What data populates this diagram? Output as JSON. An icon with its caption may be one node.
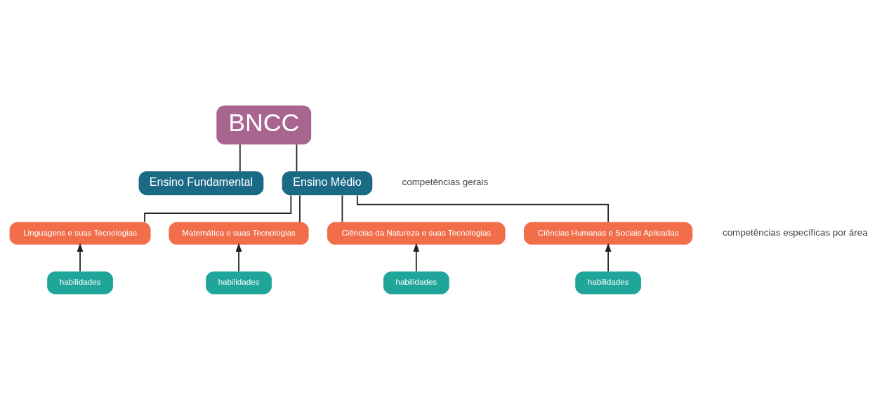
{
  "diagram": {
    "nodes": [
      {
        "text": [
          "BNCC"
        ]
      },
      {
        "text": [
          "Ensino Fundamental"
        ]
      },
      {
        "text": [
          "Ensino Médio"
        ]
      },
      {
        "text": [
          "Linguagens e suas Tecnologias"
        ]
      },
      {
        "text": [
          "Matemática e suas Tecnologias"
        ]
      },
      {
        "text": [
          "Ciências da Natureza e suas Tecnologias"
        ]
      },
      {
        "text": [
          "Ciências Humanas e Sociais Aplicadas"
        ]
      },
      {
        "text": [
          "habilidades"
        ]
      },
      {
        "text": [
          "habilidades"
        ]
      },
      {
        "text": [
          "habilidades"
        ]
      },
      {
        "text": [
          "habilidades"
        ]
      }
    ],
    "edges": [
      {
        "from": 0,
        "to": 1,
        "arrow": "none"
      },
      {
        "from": 0,
        "to": 2,
        "arrow": "none"
      },
      {
        "from": 2,
        "to": 3,
        "arrow": "none"
      },
      {
        "from": 2,
        "to": 4,
        "arrow": "none"
      },
      {
        "from": 2,
        "to": 5,
        "arrow": "none"
      },
      {
        "from": 2,
        "to": 6,
        "arrow": "none"
      },
      {
        "from": 7,
        "to": 3,
        "arrow": "to"
      },
      {
        "from": 8,
        "to": 4,
        "arrow": "to"
      },
      {
        "from": 9,
        "to": 5,
        "arrow": "to"
      },
      {
        "from": 10,
        "to": 6,
        "arrow": "to"
      }
    ],
    "labels": [
      "competências gerais",
      "competências específicas por área"
    ]
  }
}
